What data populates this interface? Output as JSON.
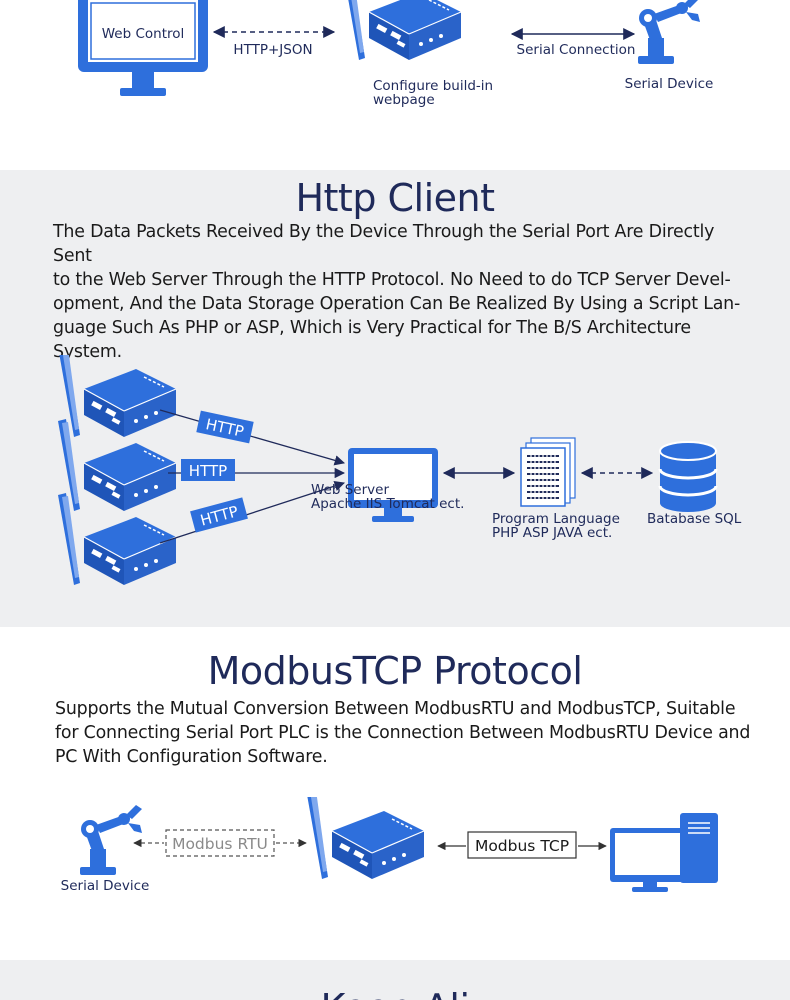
{
  "top_diagram": {
    "web_control_label": "Web Control",
    "http_json_label": "HTTP+JSON",
    "configure_label_line1": "Configure build-in",
    "configure_label_line2": "webpage",
    "serial_connection_label": "Serial Connection",
    "serial_device_label": "Serial Device"
  },
  "http_client": {
    "title": "Http Client",
    "description_lines": [
      "The Data Packets Received By the Device Through the Serial Port Are Directly Sent",
      "to the Web Server Through the HTTP Protocol. No Need to do TCP Server Devel-",
      "opment, And the Data Storage Operation Can Be Realized By Using a Script Lan-",
      "guage Such As PHP or ASP, Which is Very Practical for The B/S Architecture",
      "System."
    ],
    "http_tags": [
      "HTTP",
      "HTTP",
      "HTTP"
    ],
    "web_server_line1": "Web Server",
    "web_server_line2": "Apache IIS Tomcat ect.",
    "program_language_line1": "Program Language",
    "program_language_line2": "PHP ASP JAVA ect.",
    "database_label": "Batabase SQL"
  },
  "modbus_tcp": {
    "title": "ModbusTCP Protocol",
    "description_lines": [
      "Supports the Mutual Conversion Between ModbusRTU and ModbusTCP, Suitable",
      "for Connecting Serial Port PLC is the Connection Between ModbusRTU Device and",
      "PC With Configuration Software."
    ],
    "modbus_rtu_label": "Modbus RTU",
    "modbus_tcp_label": "Modbus TCP",
    "serial_device_label": "Serial Device"
  },
  "next_section": {
    "title_partial": "Keep Ali"
  },
  "colors": {
    "brand_blue": "#2e6fdc",
    "title_navy": "#1f2a5a",
    "gray_band": "#eeeff1"
  }
}
